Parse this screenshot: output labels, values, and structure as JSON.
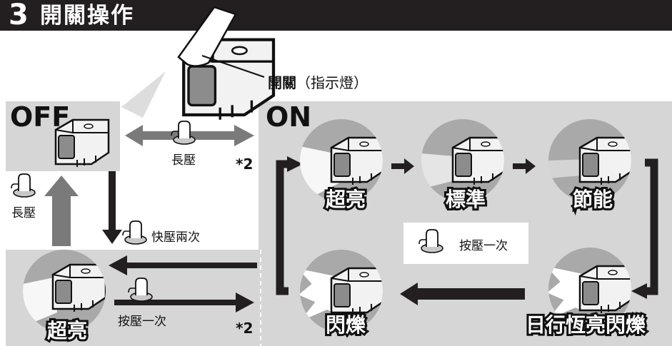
{
  "header": {
    "number": "3",
    "title": "開關操作"
  },
  "switch_callout": {
    "bold": "開關",
    "normal": "（指示燈）"
  },
  "states": {
    "off": "OFF",
    "on": "ON"
  },
  "actions": {
    "long_press": "長壓",
    "quick_press_twice": "快壓兩次",
    "press_once": "按壓一次"
  },
  "footnote_mark": "*2",
  "modes": {
    "super_bright": "超亮",
    "standard": "標準",
    "eco": "節能",
    "daytime": "日行恆亮閃爍",
    "flash": "閃爍"
  },
  "colors": {
    "panel": "#d6d6d6",
    "arrow": "#231f20",
    "gray_arrow": "#7a7a7a"
  }
}
